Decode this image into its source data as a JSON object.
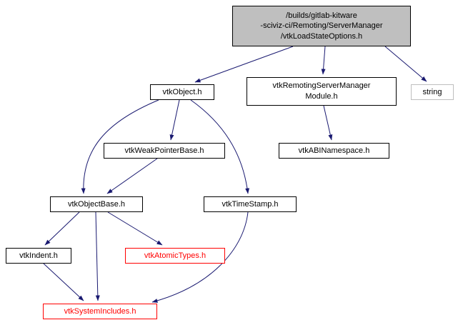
{
  "diagram": {
    "type": "include-dependency-graph",
    "background": "#ffffff",
    "edge_color": "#191970",
    "node_border_color": "#000000",
    "root_fill": "#bfbfbf",
    "external_border_color": "#bebebe",
    "truncated_color": "#ff0000",
    "nodes": {
      "root": {
        "line1": "/builds/gitlab-kitware",
        "line2": "-sciviz-ci/Remoting/ServerManager",
        "line3": "/vtkLoadStateOptions.h"
      },
      "vtkObject": {
        "label": "vtkObject.h"
      },
      "vtkRemotingServerManagerModule": {
        "line1": "vtkRemotingServerManager",
        "line2": "Module.h"
      },
      "string": {
        "label": "string"
      },
      "vtkWeakPointerBase": {
        "label": "vtkWeakPointerBase.h"
      },
      "vtkABINamespace": {
        "label": "vtkABINamespace.h"
      },
      "vtkObjectBase": {
        "label": "vtkObjectBase.h"
      },
      "vtkTimeStamp": {
        "label": "vtkTimeStamp.h"
      },
      "vtkIndent": {
        "label": "vtkIndent.h"
      },
      "vtkAtomicTypes": {
        "label": "vtkAtomicTypes.h"
      },
      "vtkSystemIncludes": {
        "label": "vtkSystemIncludes.h"
      }
    },
    "edges": [
      {
        "from": "/builds/gitlab-kitware-sciviz-ci/Remoting/ServerManager/vtkLoadStateOptions.h",
        "to": "vtkObject.h"
      },
      {
        "from": "/builds/gitlab-kitware-sciviz-ci/Remoting/ServerManager/vtkLoadStateOptions.h",
        "to": "vtkRemotingServerManagerModule.h"
      },
      {
        "from": "/builds/gitlab-kitware-sciviz-ci/Remoting/ServerManager/vtkLoadStateOptions.h",
        "to": "string"
      },
      {
        "from": "vtkRemotingServerManagerModule.h",
        "to": "vtkABINamespace.h"
      },
      {
        "from": "vtkObject.h",
        "to": "vtkWeakPointerBase.h"
      },
      {
        "from": "vtkObject.h",
        "to": "vtkObjectBase.h"
      },
      {
        "from": "vtkObject.h",
        "to": "vtkTimeStamp.h"
      },
      {
        "from": "vtkWeakPointerBase.h",
        "to": "vtkObjectBase.h"
      },
      {
        "from": "vtkObjectBase.h",
        "to": "vtkIndent.h"
      },
      {
        "from": "vtkObjectBase.h",
        "to": "vtkAtomicTypes.h"
      },
      {
        "from": "vtkObjectBase.h",
        "to": "vtkSystemIncludes.h"
      },
      {
        "from": "vtkIndent.h",
        "to": "vtkSystemIncludes.h"
      },
      {
        "from": "vtkTimeStamp.h",
        "to": "vtkSystemIncludes.h"
      }
    ]
  }
}
